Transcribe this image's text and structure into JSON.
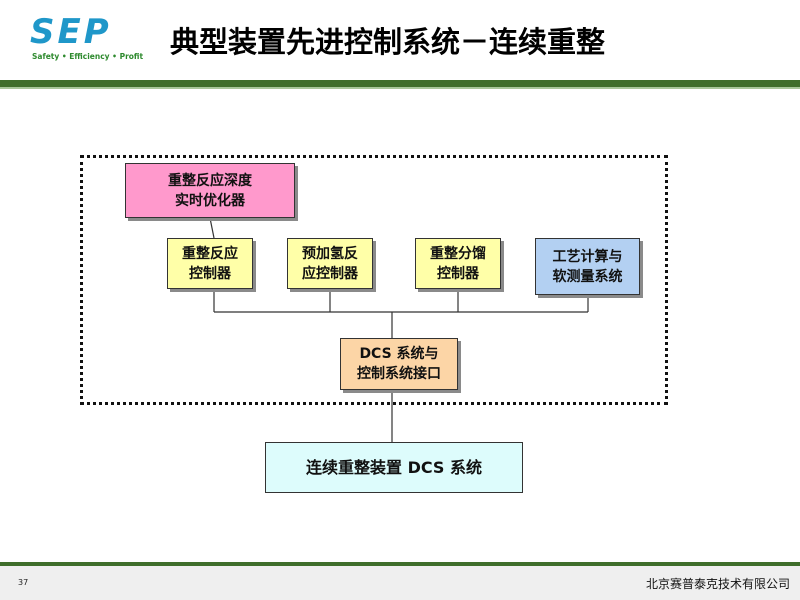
{
  "header": {
    "logo_text": "SEP",
    "logo_tagline": "Safety • Efficiency • Profit",
    "title": "典型装置先进控制系统－连续重整"
  },
  "diagram": {
    "optimizer": "重整反应深度\n实时优化器",
    "controllers": [
      "重整反应\n控制器",
      "预加氢反\n应控制器",
      "重整分馏\n控制器",
      "工艺计算与\n软测量系统"
    ],
    "interface": "DCS 系统与\n控制系统接口",
    "dcs": "连续重整装置 DCS 系统"
  },
  "footer": {
    "page_number": "37",
    "company": "北京赛普泰克技术有限公司"
  },
  "colors": {
    "logo_blue": "#1f97c9",
    "rule_green": "#3f6e2b",
    "optimizer_fill": "#ff99cc",
    "controller_fill": "#ffffa8",
    "calc_fill": "#b3d0f2",
    "interface_fill": "#fcd5a6",
    "dcs_fill": "#ddfcfc"
  }
}
